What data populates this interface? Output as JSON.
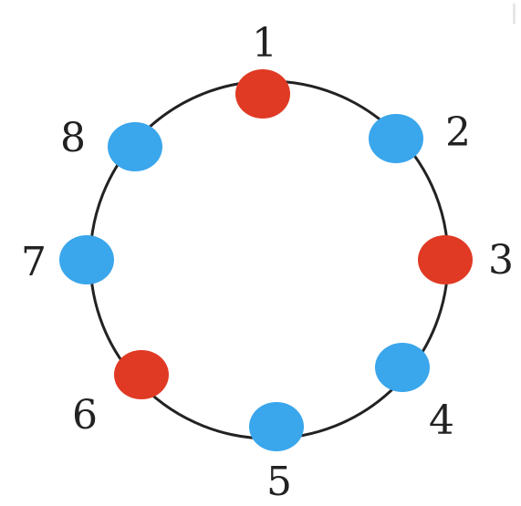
{
  "diagram": {
    "ring_color": "#222222",
    "colors": {
      "red": "#e03a24",
      "blue": "#3aa6ec"
    },
    "nodes": [
      {
        "label": "1",
        "color": "red"
      },
      {
        "label": "2",
        "color": "blue"
      },
      {
        "label": "3",
        "color": "red"
      },
      {
        "label": "4",
        "color": "blue"
      },
      {
        "label": "5",
        "color": "blue"
      },
      {
        "label": "6",
        "color": "red"
      },
      {
        "label": "7",
        "color": "blue"
      },
      {
        "label": "8",
        "color": "blue"
      }
    ]
  }
}
